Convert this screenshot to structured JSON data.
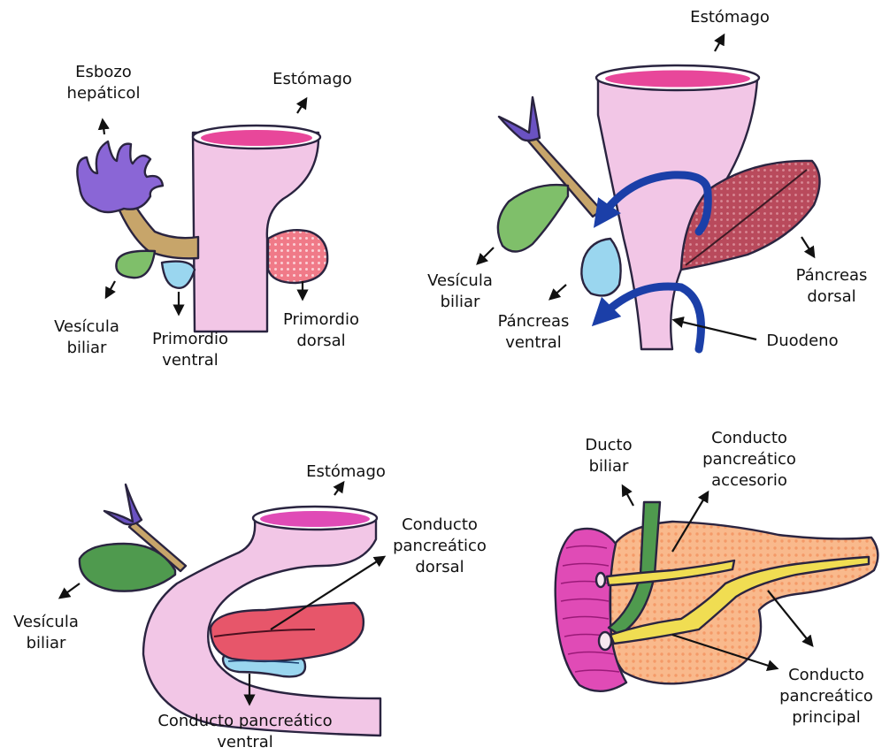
{
  "panels": {
    "p1": {
      "esbozo": [
        "Esbozo",
        "hepáticol"
      ],
      "estomago": "Estómago",
      "vesicula": [
        "Vesícula",
        "biliar"
      ],
      "primordio_ventral": [
        "Primordio",
        "ventral"
      ],
      "primordio_dorsal": [
        "Primordio",
        "dorsal"
      ]
    },
    "p2": {
      "estomago": "Estómago",
      "vesicula": [
        "Vesícula",
        "biliar"
      ],
      "pancreas_ventral": [
        "Páncreas",
        "ventral"
      ],
      "pancreas_dorsal": [
        "Páncreas",
        "dorsal"
      ],
      "duodeno": "Duodeno"
    },
    "p3": {
      "estomago": "Estómago",
      "vesicula": [
        "Vesícula",
        "biliar"
      ],
      "conducto_dorsal": [
        "Conducto",
        "pancreático",
        "dorsal"
      ],
      "conducto_ventral": [
        "Conducto pancreático",
        "ventral"
      ]
    },
    "p4": {
      "ducto_biliar": [
        "Ducto",
        "biliar"
      ],
      "conducto_accesorio": [
        "Conducto",
        "pancreático",
        "accesorio"
      ],
      "conducto_principal": [
        "Conducto",
        "pancreático",
        "principal"
      ]
    }
  },
  "colors": {
    "stomach_pink": "#f2c6e6",
    "stomach_rim": "#e8479a",
    "liver_purple": "#8a66d6",
    "stalk_tan": "#c7a56a",
    "gallbladder_green": "#7fbf6a",
    "ventral_blue": "#9ad6ef",
    "dorsal_red": "#e7566a",
    "dorsal_dark": "#b94a5c",
    "rotation_blue": "#1b3fa8",
    "pancreas_orange": "#f9b98c",
    "duct_yellow": "#f0dd52",
    "bile_green": "#4f9a4e",
    "duodenum_magenta": "#e04bb6"
  }
}
